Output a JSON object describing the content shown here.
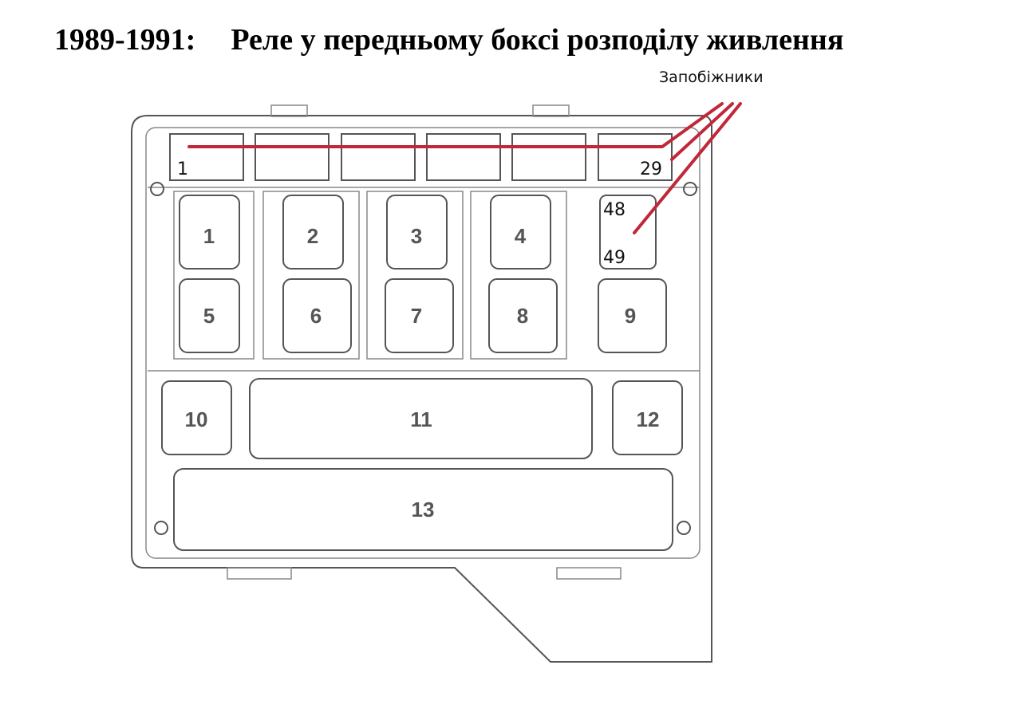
{
  "title": {
    "years": "1989-1991:",
    "text": "Реле у передньому боксі розподілу живлення"
  },
  "callout": {
    "label": "Запобіжники"
  },
  "fuse_labels": {
    "first": "1",
    "last": "29",
    "top": "48",
    "bottom": "49"
  },
  "relays": [
    "1",
    "2",
    "3",
    "4",
    "5",
    "6",
    "7",
    "8",
    "9",
    "10",
    "11",
    "12",
    "13"
  ],
  "colors": {
    "highlight": "#c0283a",
    "outline": "#555555"
  }
}
